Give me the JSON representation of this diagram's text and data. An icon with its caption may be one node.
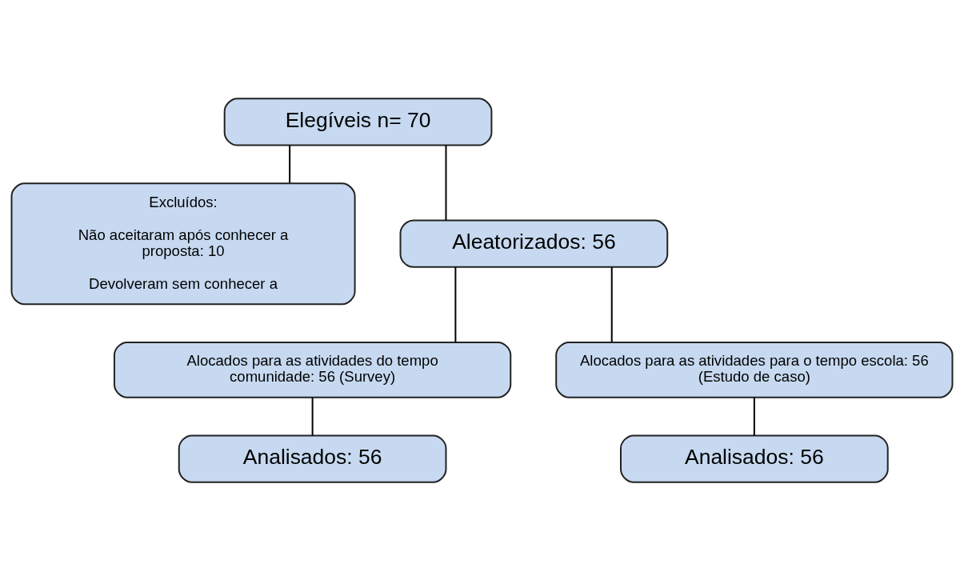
{
  "diagram": {
    "nodes": [
      {
        "text": [
          "Elegíveis n= 70"
        ]
      },
      {
        "text": [
          "Excluídos:",
          "Não aceitaram após conhecer a proposta: 10",
          "Devolveram sem conhecer a"
        ]
      },
      {
        "text": [
          "Aleatorizados: 56"
        ]
      },
      {
        "text": [
          "Alocados para as atividades do tempo comunidade: 56 (Survey)"
        ]
      },
      {
        "text": [
          "Alocados para as atividades para o tempo escola: 56 (Estudo de caso)"
        ]
      },
      {
        "text": [
          "Analisados: 56"
        ]
      },
      {
        "text": [
          "Analisados: 56"
        ]
      }
    ],
    "edges": [
      {
        "from": 0,
        "to": 2,
        "arrow": "none"
      },
      {
        "from": 0,
        "to": 1,
        "arrow": "none"
      },
      {
        "from": 2,
        "to": 3,
        "arrow": "none"
      },
      {
        "from": 2,
        "to": 4,
        "arrow": "none"
      },
      {
        "from": 3,
        "to": 5,
        "arrow": "none"
      },
      {
        "from": 4,
        "to": 6,
        "arrow": "none"
      }
    ]
  }
}
